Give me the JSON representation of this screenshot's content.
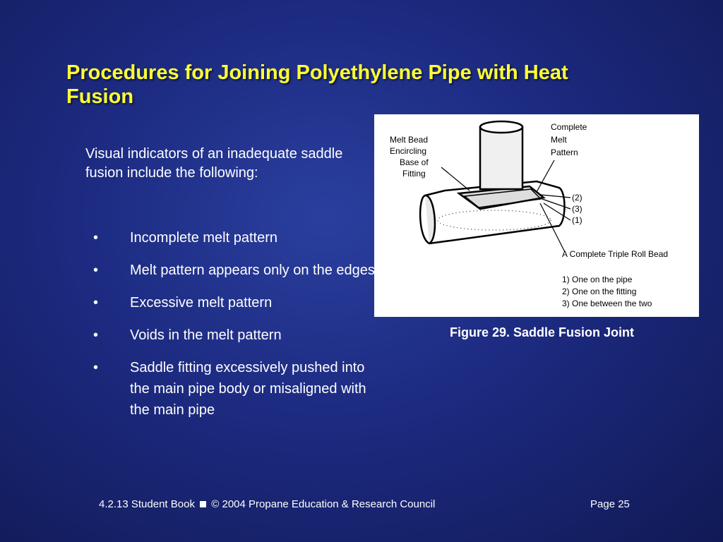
{
  "slide": {
    "title": "Procedures for Joining Polyethylene Pipe with Heat Fusion",
    "intro": "Visual indicators of an inadequate saddle fusion include the following:",
    "bullets": [
      "Incomplete melt pattern",
      "Melt pattern appears only on the edges",
      "Excessive melt pattern",
      "Voids in the melt pattern",
      "Saddle fitting excessively pushed into the main pipe body or misaligned with the main pipe"
    ],
    "bullet_char": "•"
  },
  "figure": {
    "caption": "Figure 29.  Saddle Fusion Joint",
    "labels": {
      "melt_bead_1": "Melt Bead",
      "melt_bead_2": "Encircling",
      "melt_bead_3": "Base of",
      "melt_bead_4": "Fitting",
      "complete_1": "Complete",
      "complete_2": "Melt",
      "complete_3": "Pattern",
      "num_2": "(2)",
      "num_3": "(3)",
      "num_1": "(1)",
      "triple_roll": "A Complete Triple Roll Bead",
      "list_1": "1)  One on the pipe",
      "list_2": "2)  One on the fitting",
      "list_3": "3)  One between the two"
    }
  },
  "footer": {
    "left_a": "4.2.13  Student Book",
    "left_b": "© 2004 Propane Education & Research Council",
    "page": "Page  25"
  }
}
